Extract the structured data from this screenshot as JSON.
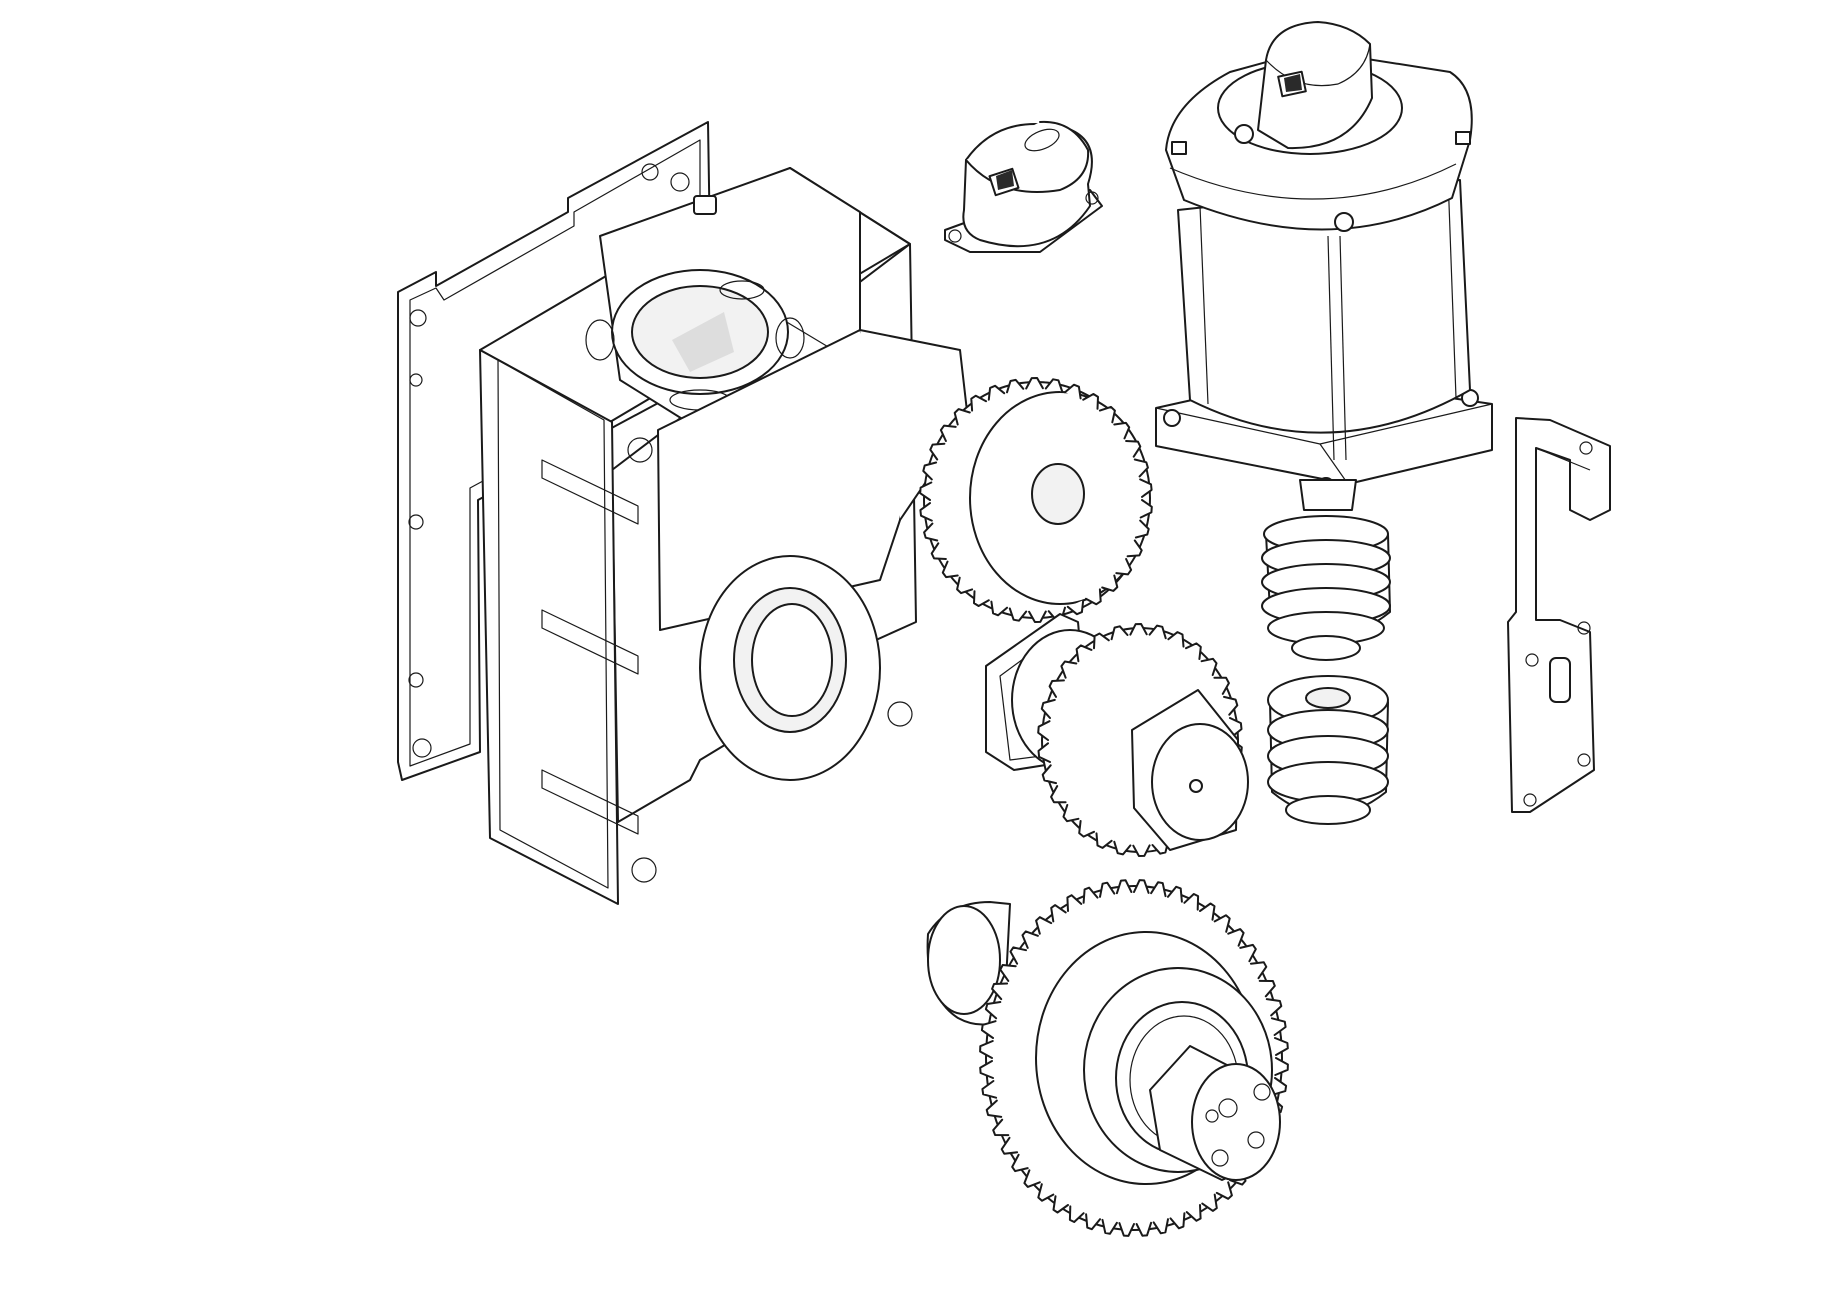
{
  "diagram": {
    "kind": "exploded-view",
    "colors": {
      "line": "#1a1a1a",
      "fill": "#ffffff",
      "shade": "#f2f2f2"
    },
    "parts": [
      {
        "id": "gasket",
        "icon": "gasket-plate-icon"
      },
      {
        "id": "gearbox-housing",
        "icon": "gearbox-housing-icon"
      },
      {
        "id": "encoder-cap-small",
        "icon": "encoder-cap-icon"
      },
      {
        "id": "electric-motor",
        "icon": "motor-icon"
      },
      {
        "id": "intermediate-gear",
        "icon": "spur-gear-icon"
      },
      {
        "id": "double-gear",
        "icon": "double-gear-icon"
      },
      {
        "id": "worm-screw-motor",
        "icon": "worm-screw-icon"
      },
      {
        "id": "worm-screw-loose",
        "icon": "worm-screw-icon"
      },
      {
        "id": "limit-switch-bracket",
        "icon": "bracket-icon"
      },
      {
        "id": "output-gear-shaft",
        "icon": "output-gear-icon"
      }
    ]
  }
}
